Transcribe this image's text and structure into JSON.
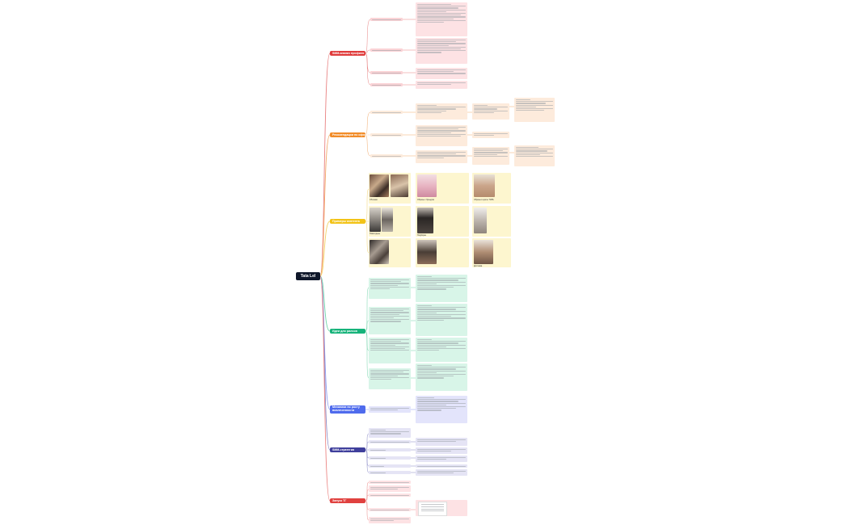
{
  "root": {
    "label": "Tata Lel"
  },
  "branches": [
    {
      "id": "b1",
      "label": "SMM-анализ профиля",
      "color": "#e03c3c"
    },
    {
      "id": "b2",
      "label": "Рекомендации по оформлению",
      "color": "#f28c28"
    },
    {
      "id": "b3",
      "label": "Примеры контента",
      "color": "#f2c318"
    },
    {
      "id": "b4",
      "label": "Идеи для рилсов",
      "color": "#16b37a"
    },
    {
      "id": "b5",
      "label": "Механики по росту вовлеченности",
      "color": "#4f6bed"
    },
    {
      "id": "b6",
      "label": "SMM-стратегия",
      "color": "#3f3f9c"
    },
    {
      "id": "b7",
      "label": "Запуск ТГ",
      "color": "#e0413f"
    }
  ],
  "colors": {
    "line_b1": "#e88080",
    "line_b2": "#f2a969",
    "line_b3": "#f2d065",
    "line_b4": "#6fd3a8",
    "line_b5": "#8a9cf2",
    "line_b6": "#8787c4",
    "line_b7": "#eb8684"
  },
  "b3_captions": [
    "Обложки",
    "Образы с брендом",
    "Образы в цикле ТИЛЬ",
    "Новогоднее",
    "Подборка",
    "Доставка"
  ]
}
